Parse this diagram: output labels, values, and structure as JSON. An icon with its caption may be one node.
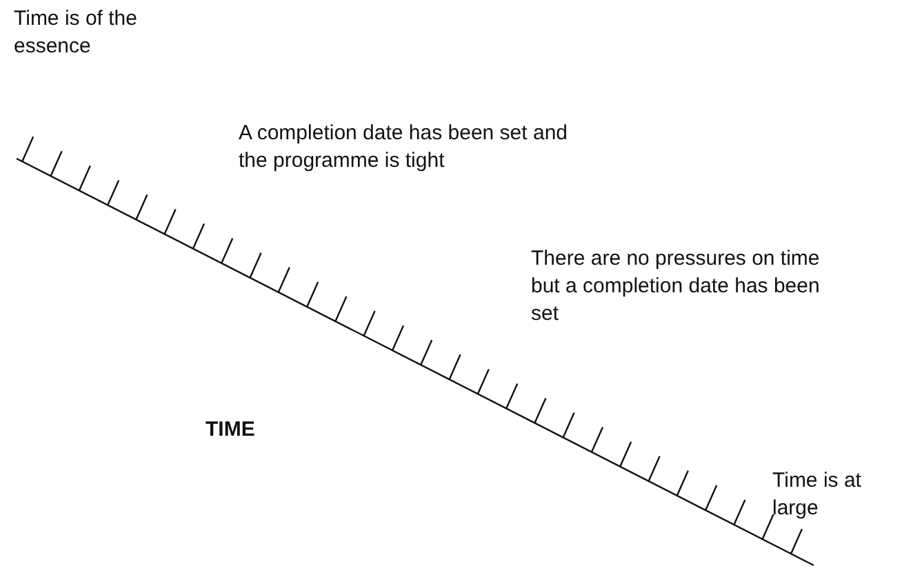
{
  "diagram": {
    "labels": [
      "Time is of the essence",
      "A completion date has been set and the programme is tight",
      "There are no pressures on time but a completion date has been set",
      "TIME",
      "Time is at large"
    ]
  }
}
